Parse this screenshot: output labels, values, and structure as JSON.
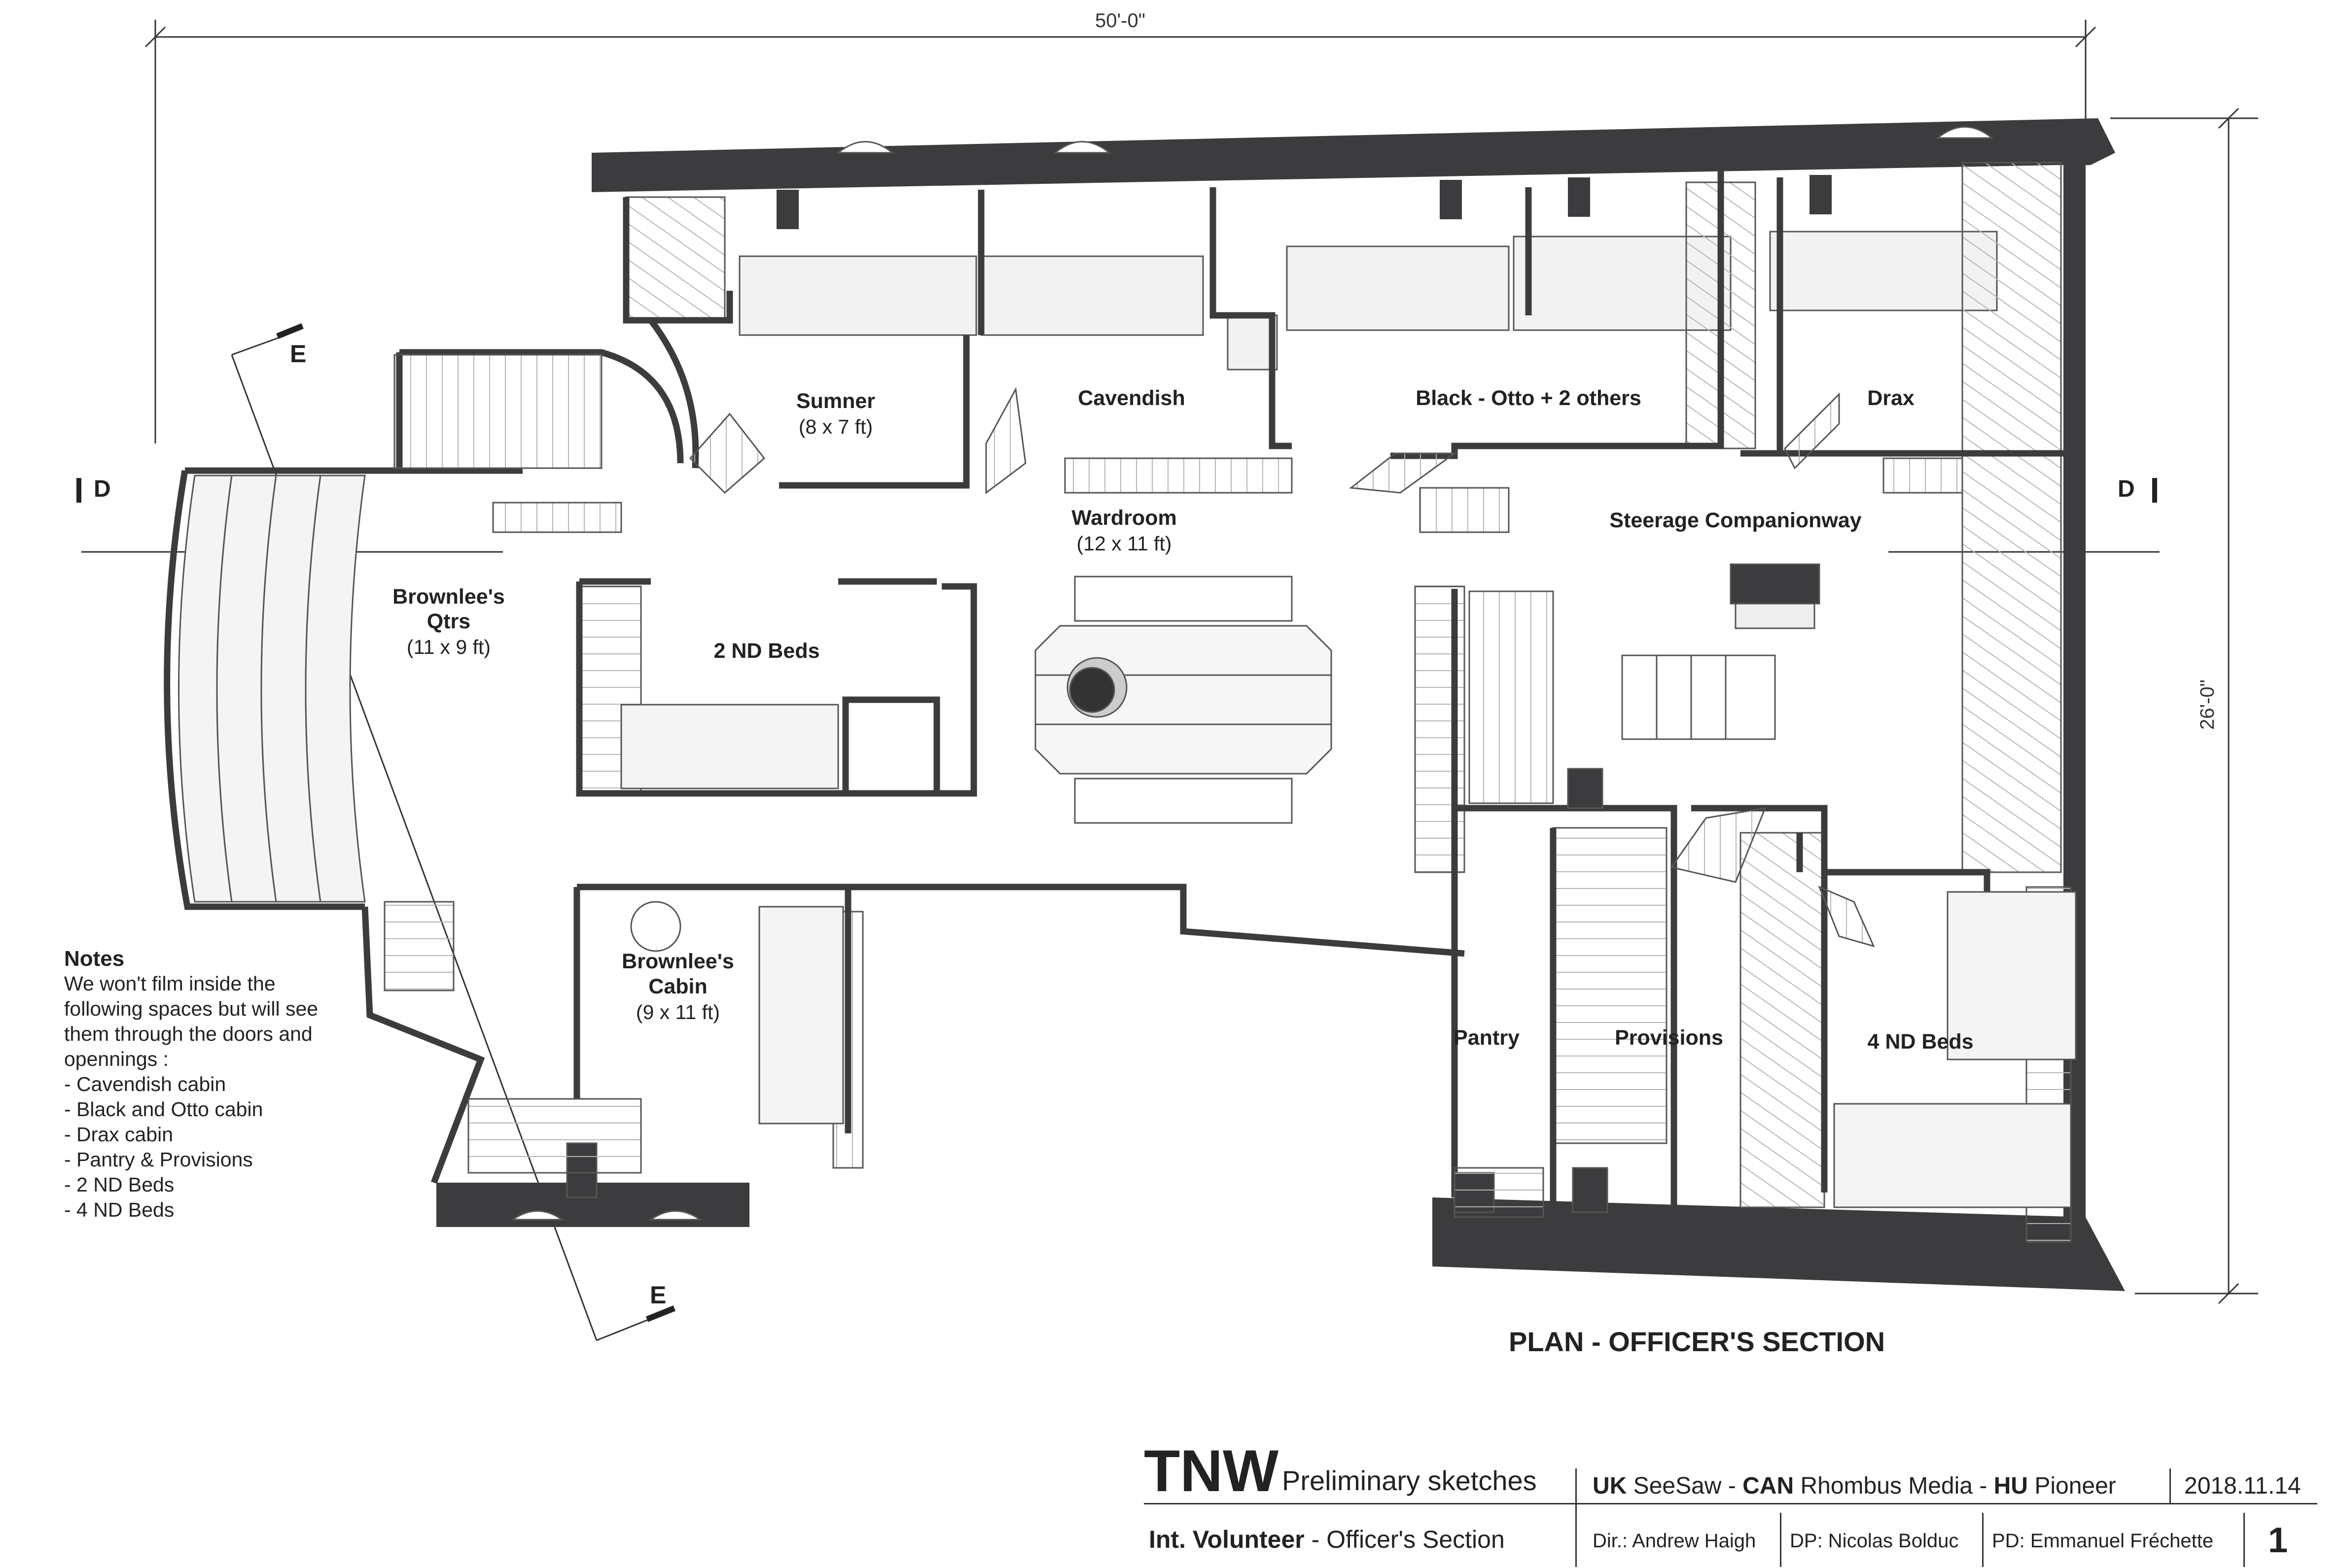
{
  "colors": {
    "wall": "#3c3c3e",
    "hatch": "#b8b8b8",
    "furniture_fill": "#eeeeee",
    "line": "#444444",
    "paper": "#ffffff"
  },
  "dimensions": {
    "width": "50'-0\"",
    "height": "26'-0\""
  },
  "sections": {
    "d_left": "D",
    "d_right": "D",
    "e_top": "E",
    "e_bottom": "E"
  },
  "rooms": {
    "sumner": {
      "name": "Sumner",
      "size": "(8 x 7 ft)"
    },
    "cavendish": {
      "name": "Cavendish"
    },
    "black_otto": {
      "name": "Black - Otto + 2 others"
    },
    "drax": {
      "name": "Drax"
    },
    "wardroom": {
      "name": "Wardroom",
      "size": "(12 x 11 ft)"
    },
    "steerage": {
      "name": "Steerage Companionway"
    },
    "brownlee_qtrs": {
      "name_line1": "Brownlee's",
      "name_line2": "Qtrs",
      "size": "(11 x 9 ft)"
    },
    "nd_beds_2": {
      "name": "2 ND Beds"
    },
    "brownlee_cabin": {
      "name_line1": "Brownlee's",
      "name_line2": "Cabin",
      "size": "(9 x 11 ft)"
    },
    "pantry": {
      "name": "Pantry"
    },
    "provisions": {
      "name": "Provisions"
    },
    "nd_beds_4": {
      "name": "4 ND Beds"
    }
  },
  "notes": {
    "title": "Notes",
    "lines": [
      "We won't film inside the",
      "following spaces but will see",
      "them through the doors and",
      "opennings :",
      "- Cavendish cabin",
      "- Black and Otto cabin",
      "- Drax cabin",
      "- Pantry & Provisions",
      "- 2 ND Beds",
      "- 4 ND Beds"
    ]
  },
  "plan_title": "PLAN - OFFICER'S SECTION",
  "title_block": {
    "project": "TNW",
    "subtitle": "Preliminary sketches",
    "production": {
      "uk_code": "UK",
      "uk_name": "SeeSaw",
      "can_code": "CAN",
      "can_name": "Rhombus Media",
      "hu_code": "HU",
      "hu_name": "Pioneer",
      "sep": "-"
    },
    "date": "2018.11.14",
    "set_name": "Int. Volunteer",
    "set_sep": "-",
    "set_section": "Officer's Section",
    "director": "Dir.: Andrew Haigh",
    "dp": "DP: Nicolas Bolduc",
    "pd": "PD: Emmanuel Fréchette",
    "sheet_number": "1"
  }
}
